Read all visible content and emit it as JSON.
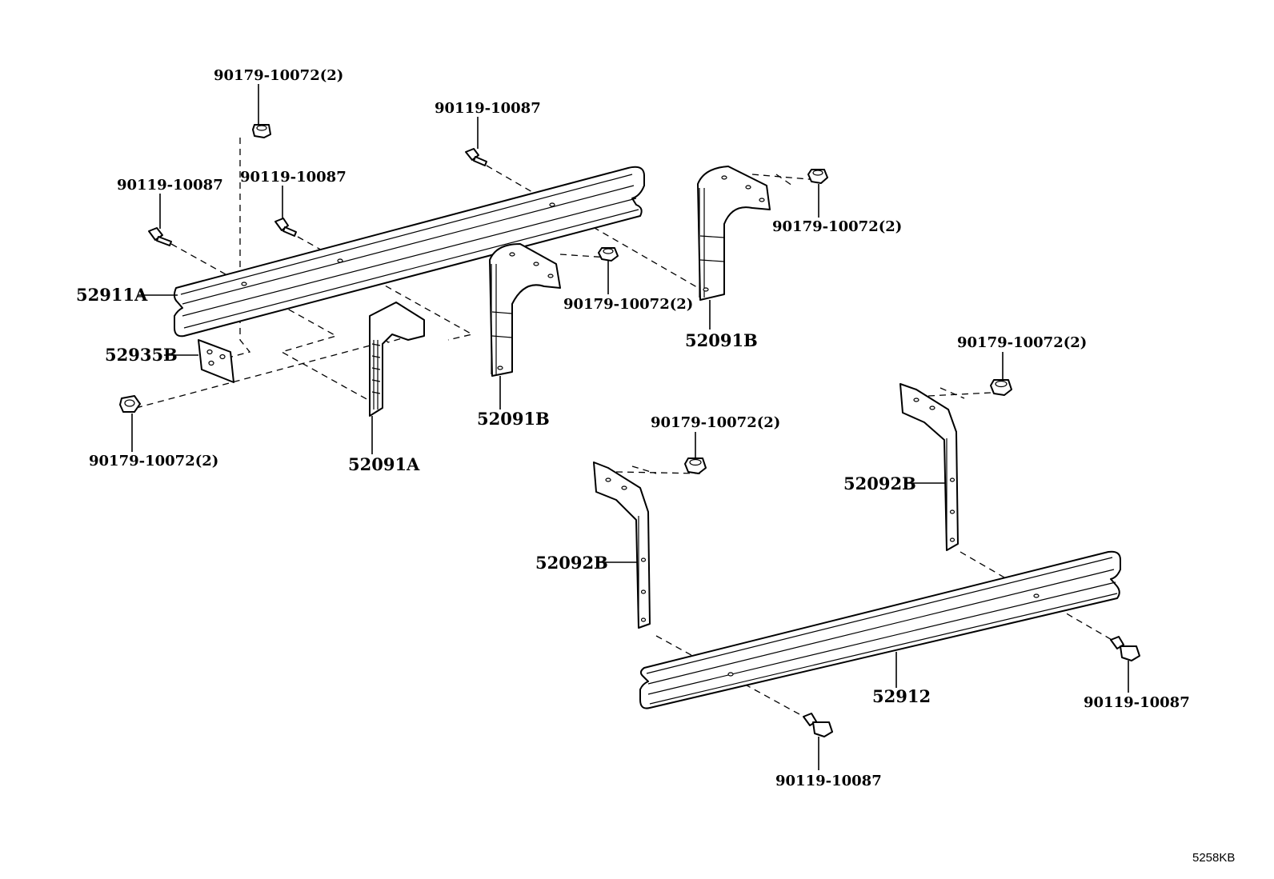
{
  "labels": {
    "nut_top": "90179-10072(2)",
    "bolt_top_center": "90119-10087",
    "bolt_left": "90119-10087",
    "bolt_left_inner": "90119-10087",
    "rail_upper": "52911A",
    "plate": "52935B",
    "nut_left": "90179-10072(2)",
    "bracket_a": "52091A",
    "bracket_b_mid": "52091B",
    "nut_mid": "90179-10072(2)",
    "bracket_b_right": "52091B",
    "nut_right_top": "90179-10072(2)",
    "nut_lower_right": "90179-10072(2)",
    "nut_lower_mid": "90179-10072(2)",
    "bracket_2b_right": "52092B",
    "bracket_2b_left": "52092B",
    "rail_lower": "52912",
    "bolt_lower_right": "90119-10087",
    "bolt_lower_mid": "90119-10087"
  },
  "diagram_ref": "5258KB"
}
